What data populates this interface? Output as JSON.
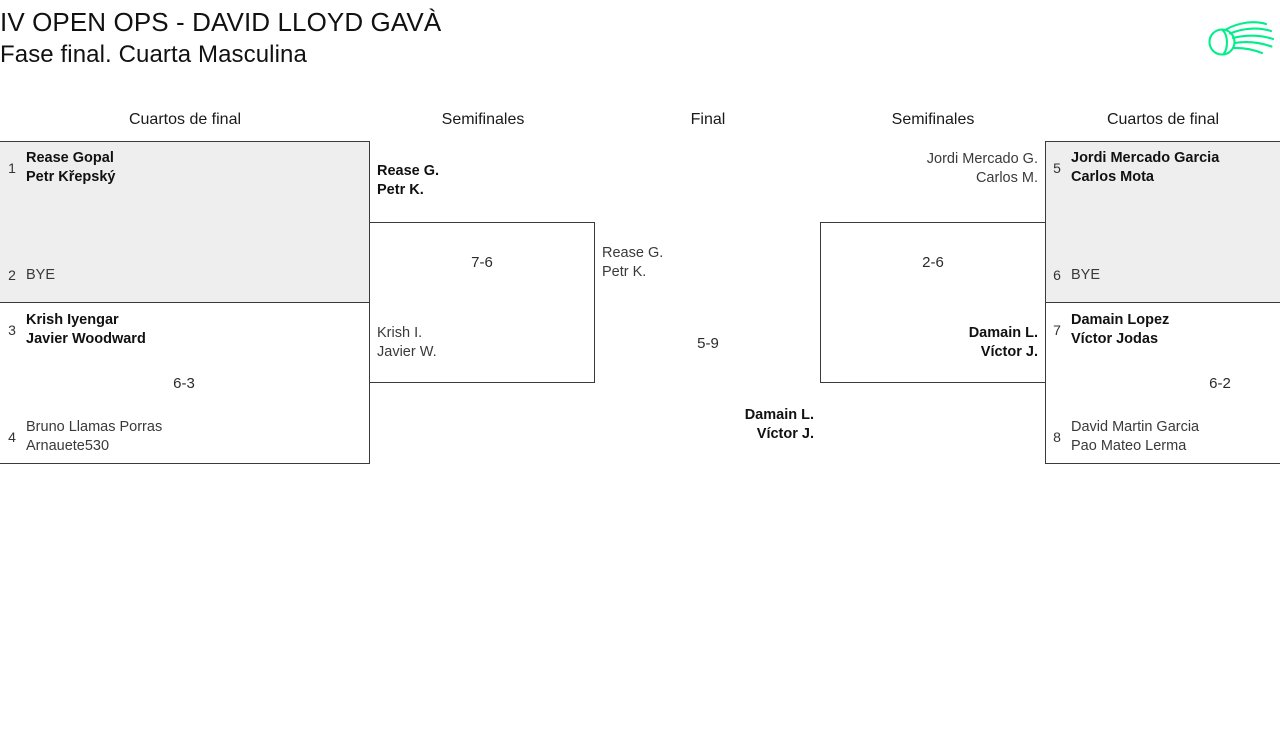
{
  "header": {
    "title_line1": "IV OPEN OPS - DAVID LLOYD GAVÀ",
    "title_line2": "Fase final. Cuarta Masculina",
    "logo_name": "tennis-ball-swoosh-logo",
    "logo_color": "#00ef8b"
  },
  "rounds": [
    {
      "label": "Cuartos de final",
      "side": "left"
    },
    {
      "label": "Semifinales",
      "side": "left"
    },
    {
      "label": "Final",
      "side": "center"
    },
    {
      "label": "Semifinales",
      "side": "right"
    },
    {
      "label": "Cuartos de final",
      "side": "right"
    }
  ],
  "colors": {
    "box_fill_highlight": "#eeeeee",
    "box_fill_plain": "#ffffff",
    "box_border": "#3a3a3a",
    "text_primary": "#111111",
    "text_secondary": "#3a3a3a"
  },
  "left": {
    "quarterfinals": [
      {
        "seed_top": "1",
        "top_line1": "Rease Gopal",
        "top_line2": "Petr Křepský",
        "top_result": "winner",
        "seed_bottom": "2",
        "bottom_line1": "BYE",
        "bottom_line2": "",
        "bottom_result": "loser",
        "score": ""
      },
      {
        "seed_top": "3",
        "top_line1": "Krish Iyengar",
        "top_line2": "Javier Woodward",
        "top_result": "winner",
        "seed_bottom": "4",
        "bottom_line1": "Bruno Llamas Porras",
        "bottom_line2": "Arnauete530",
        "bottom_result": "loser",
        "score": "6-3"
      }
    ],
    "semifinal": {
      "top_line1": "Rease G.",
      "top_line2": "Petr K.",
      "top_result": "winner",
      "bottom_line1": "Krish I.",
      "bottom_line2": "Javier W.",
      "bottom_result": "loser",
      "score": "7-6"
    }
  },
  "final": {
    "left_line1": "Rease G.",
    "left_line2": "Petr K.",
    "left_result": "loser",
    "right_line1": "Damain L.",
    "right_line2": "Víctor J.",
    "right_result": "winner",
    "score": "5-9"
  },
  "right": {
    "semifinal": {
      "top_line1": "Jordi Mercado G.",
      "top_line2": "Carlos M.",
      "top_result": "loser",
      "bottom_line1": "Damain L.",
      "bottom_line2": "Víctor J.",
      "bottom_result": "winner",
      "score": "2-6"
    },
    "quarterfinals": [
      {
        "seed_top": "5",
        "top_line1": "Jordi Mercado Garcia",
        "top_line2": "Carlos Mota",
        "top_result": "winner",
        "seed_bottom": "6",
        "bottom_line1": "BYE",
        "bottom_line2": "",
        "bottom_result": "loser",
        "score": ""
      },
      {
        "seed_top": "7",
        "top_line1": "Damain Lopez",
        "top_line2": "Víctor Jodas",
        "top_result": "winner",
        "seed_bottom": "8",
        "bottom_line1": "David Martin Garcia",
        "bottom_line2": "Pao Mateo Lerma",
        "bottom_result": "loser",
        "score": "6-2"
      }
    ]
  }
}
